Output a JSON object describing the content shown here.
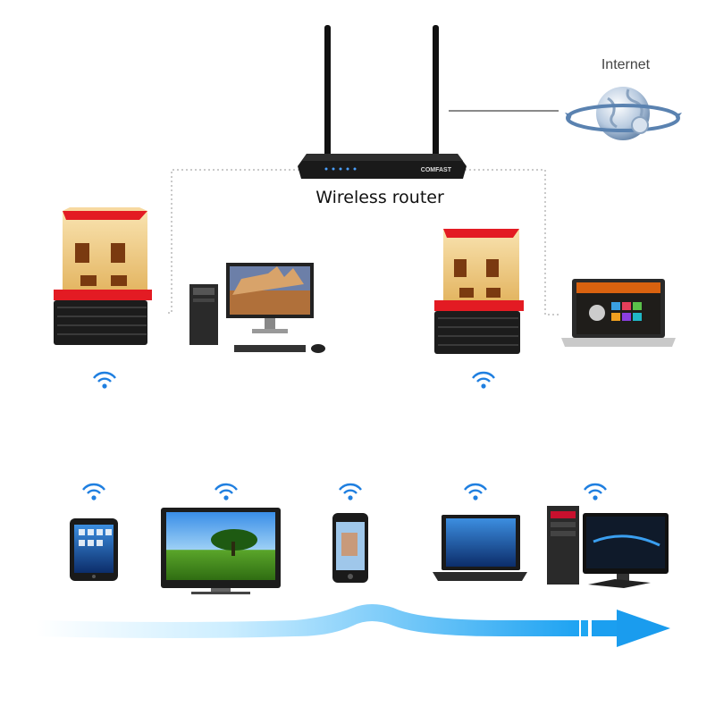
{
  "labels": {
    "internet": "Internet",
    "router": "Wireless router",
    "router_brand": "COMFAST"
  },
  "icons": {
    "wifi": "wifi-signal-icon",
    "globe": "internet-globe-icon"
  },
  "colors": {
    "wifi_blue": "#1f7fe0",
    "arrow_light": "#cfefff",
    "arrow_dark": "#1aa3f0",
    "adapter_red": "#e31b23",
    "adapter_gold": "#f0c87a",
    "router_body": "#1a1a1a",
    "dotted_line": "#b8b8b8"
  }
}
